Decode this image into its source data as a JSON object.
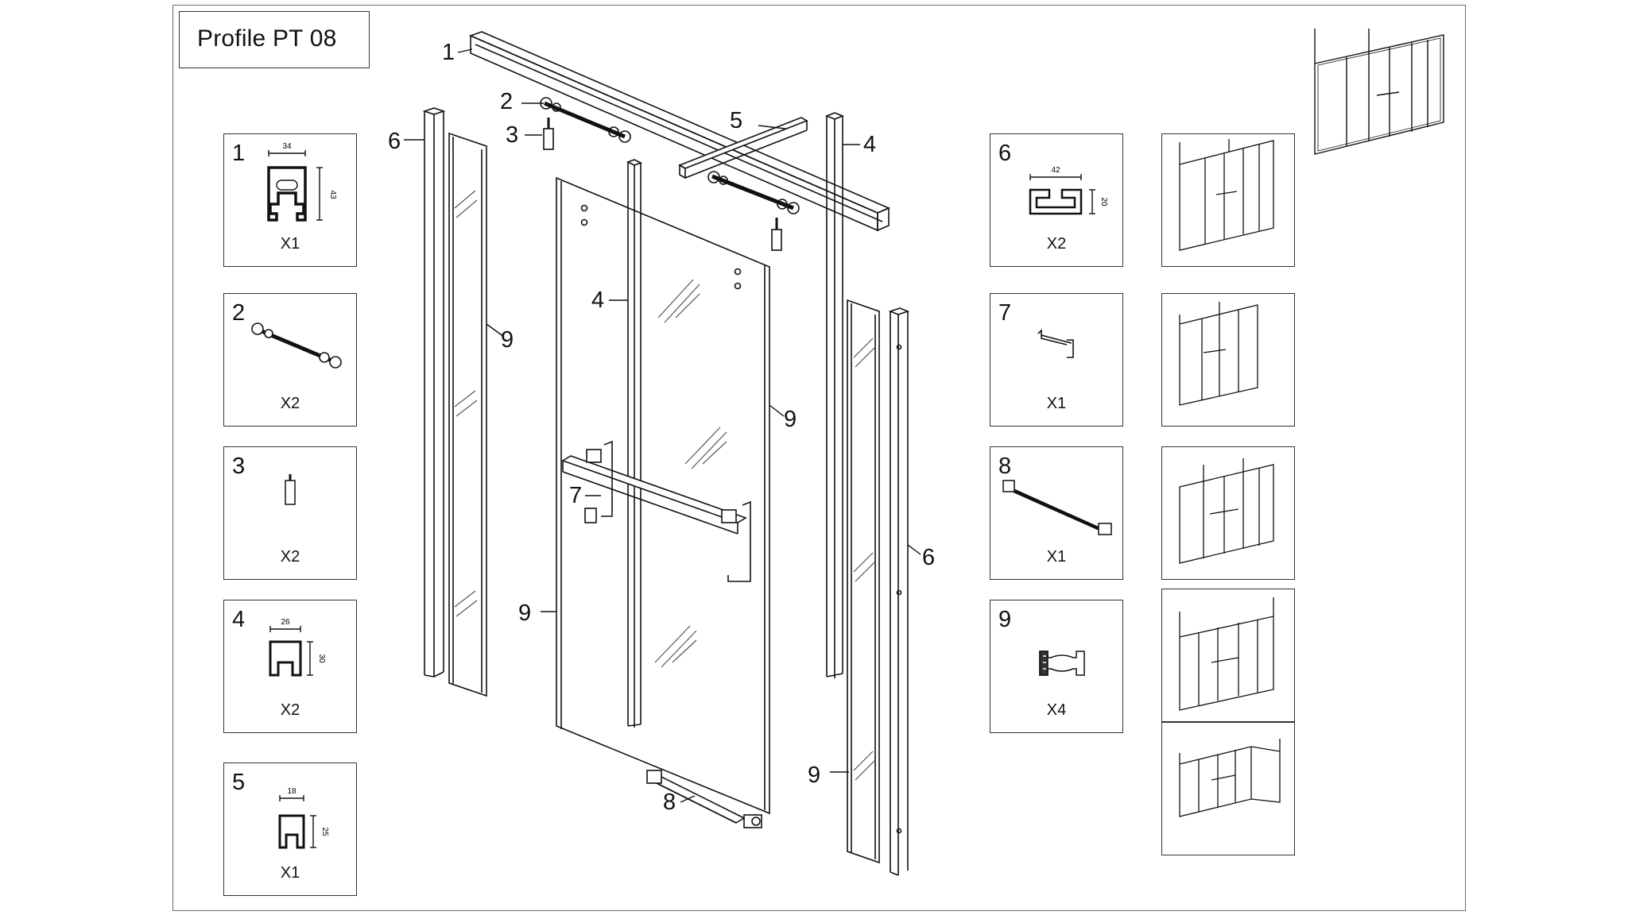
{
  "title": "Profile PT 08",
  "parts": [
    {
      "number": "1",
      "qty": "X1",
      "width": "34",
      "height": "43"
    },
    {
      "number": "2",
      "qty": "X2"
    },
    {
      "number": "3",
      "qty": "X2"
    },
    {
      "number": "4",
      "qty": "X2",
      "width": "26",
      "height": "30"
    },
    {
      "number": "5",
      "qty": "X1",
      "width": "18",
      "height": "25"
    },
    {
      "number": "6",
      "qty": "X2",
      "width": "42",
      "height": "20"
    },
    {
      "number": "7",
      "qty": "X1"
    },
    {
      "number": "8",
      "qty": "X1"
    },
    {
      "number": "9",
      "qty": "X4"
    }
  ],
  "callouts": {
    "rail_top": "1",
    "roller_top": "2",
    "stopper_top": "3",
    "upright_right": "4",
    "upright_center": "4",
    "cross_profile": "5",
    "wall_left": "6",
    "wall_right": "6",
    "handle": "7",
    "bottom_guide": "8",
    "glass_left": "9",
    "glass_center_right": "9",
    "glass_center_left": "9",
    "glass_right": "9"
  },
  "colors": {
    "line": "#111111",
    "frame": "#6a6a6a",
    "glass_hatch": "#555555"
  }
}
